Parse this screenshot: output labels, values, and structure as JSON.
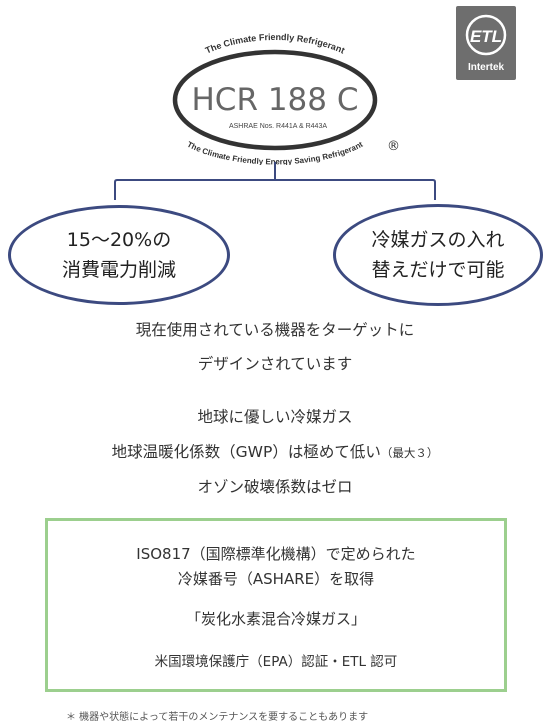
{
  "logo": {
    "top_arc": "The Climate Friendly Refrigerant",
    "main": "HCR 188 C",
    "ashrae": "ASHRAE Nos. R441A & R443A",
    "bottom_arc": "The Climate Friendly Energy Saving Refrigerant",
    "registered": "®"
  },
  "certification": {
    "mark": "ETL",
    "label": "Intertek"
  },
  "bubbles": {
    "left": {
      "line1": "15～20%の",
      "line2": "消費電力削減"
    },
    "right": {
      "line1": "冷媒ガスの入れ",
      "line2": "替えだけで可能"
    }
  },
  "target": {
    "line1": "現在使用されている機器をターゲットに",
    "line2": "デザインされています"
  },
  "features": {
    "line1": "地球に優しい冷媒ガス",
    "line2_main": "地球温暖化係数（GWP）は極めて低い",
    "line2_note": "（最大３）",
    "line3": "オゾン破壊係数はゼロ"
  },
  "box": {
    "line1": "ISO817（国際標準化機構）で定められた",
    "line2": "冷媒番号（ASHARE）を取得",
    "line3": "「炭化水素混合冷媒ガス」",
    "line4": "米国環境保護庁（EPA）認証・ETL 認可"
  },
  "footnote": "＊ 機器や状態によって若干のメンテナンスを要することもあります",
  "colors": {
    "navy": "#3c4a80",
    "green_border": "#9ccf8e",
    "badge_gray": "#6e6e6e"
  }
}
